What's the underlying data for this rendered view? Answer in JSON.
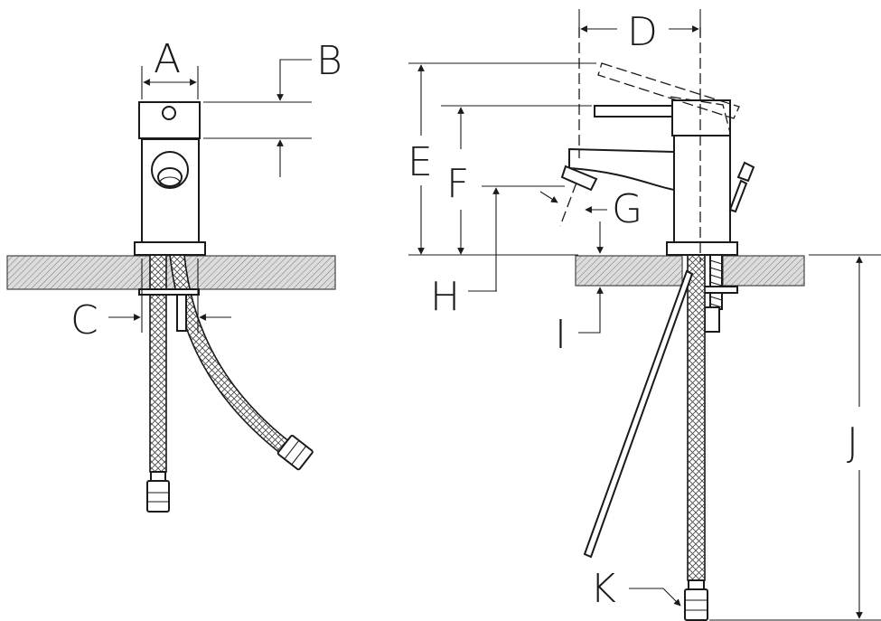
{
  "diagram": {
    "labels": {
      "A": "A",
      "B": "B",
      "C": "C",
      "D": "D",
      "E": "E",
      "F": "F",
      "G": "G",
      "H": "H",
      "I": "I",
      "J": "J",
      "K": "K"
    },
    "colors": {
      "line": "#1a1a1a",
      "background": "#ffffff",
      "hatch": "#777777"
    }
  }
}
